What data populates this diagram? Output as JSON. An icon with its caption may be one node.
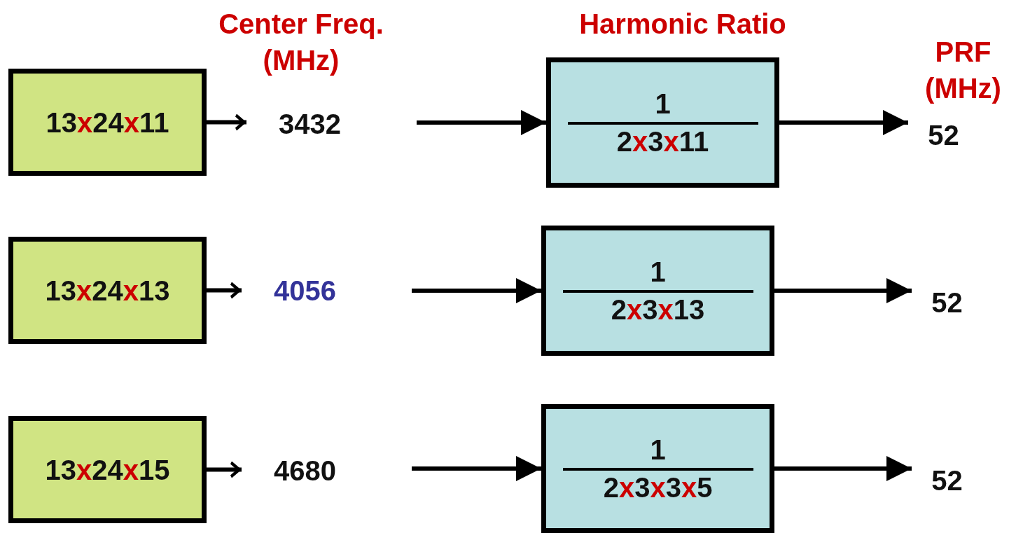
{
  "diagram": {
    "nodes": [
      {
        "text": [
          "13x24x11"
        ]
      },
      {
        "text": [
          "3432"
        ]
      },
      {
        "text": [
          "1",
          "2x3x11"
        ]
      },
      {
        "text": [
          "52"
        ]
      },
      {
        "text": [
          "13x24x13"
        ]
      },
      {
        "text": [
          "4056"
        ]
      },
      {
        "text": [
          "1",
          "2x3x13"
        ]
      },
      {
        "text": [
          "52"
        ]
      },
      {
        "text": [
          "13x24x15"
        ]
      },
      {
        "text": [
          "4680"
        ]
      },
      {
        "text": [
          "1",
          "2x3x3x5"
        ]
      },
      {
        "text": [
          "52"
        ]
      }
    ],
    "edges": [
      {
        "from": 0,
        "to": 1,
        "arrow": "to"
      },
      {
        "from": null,
        "to": 2,
        "arrow": "to"
      },
      {
        "from": 2,
        "to": 3,
        "arrow": "to"
      },
      {
        "from": 4,
        "to": 5,
        "arrow": "to"
      },
      {
        "from": null,
        "to": 6,
        "arrow": "to"
      },
      {
        "from": 6,
        "to": 7,
        "arrow": "to"
      },
      {
        "from": 8,
        "to": 9,
        "arrow": "to"
      },
      {
        "from": null,
        "to": 10,
        "arrow": "to"
      },
      {
        "from": 10,
        "to": 11,
        "arrow": "to"
      }
    ],
    "labels": [
      "Center Freq. (MHz)",
      "Harmonic Ratio",
      "PRF (MHz)"
    ]
  }
}
